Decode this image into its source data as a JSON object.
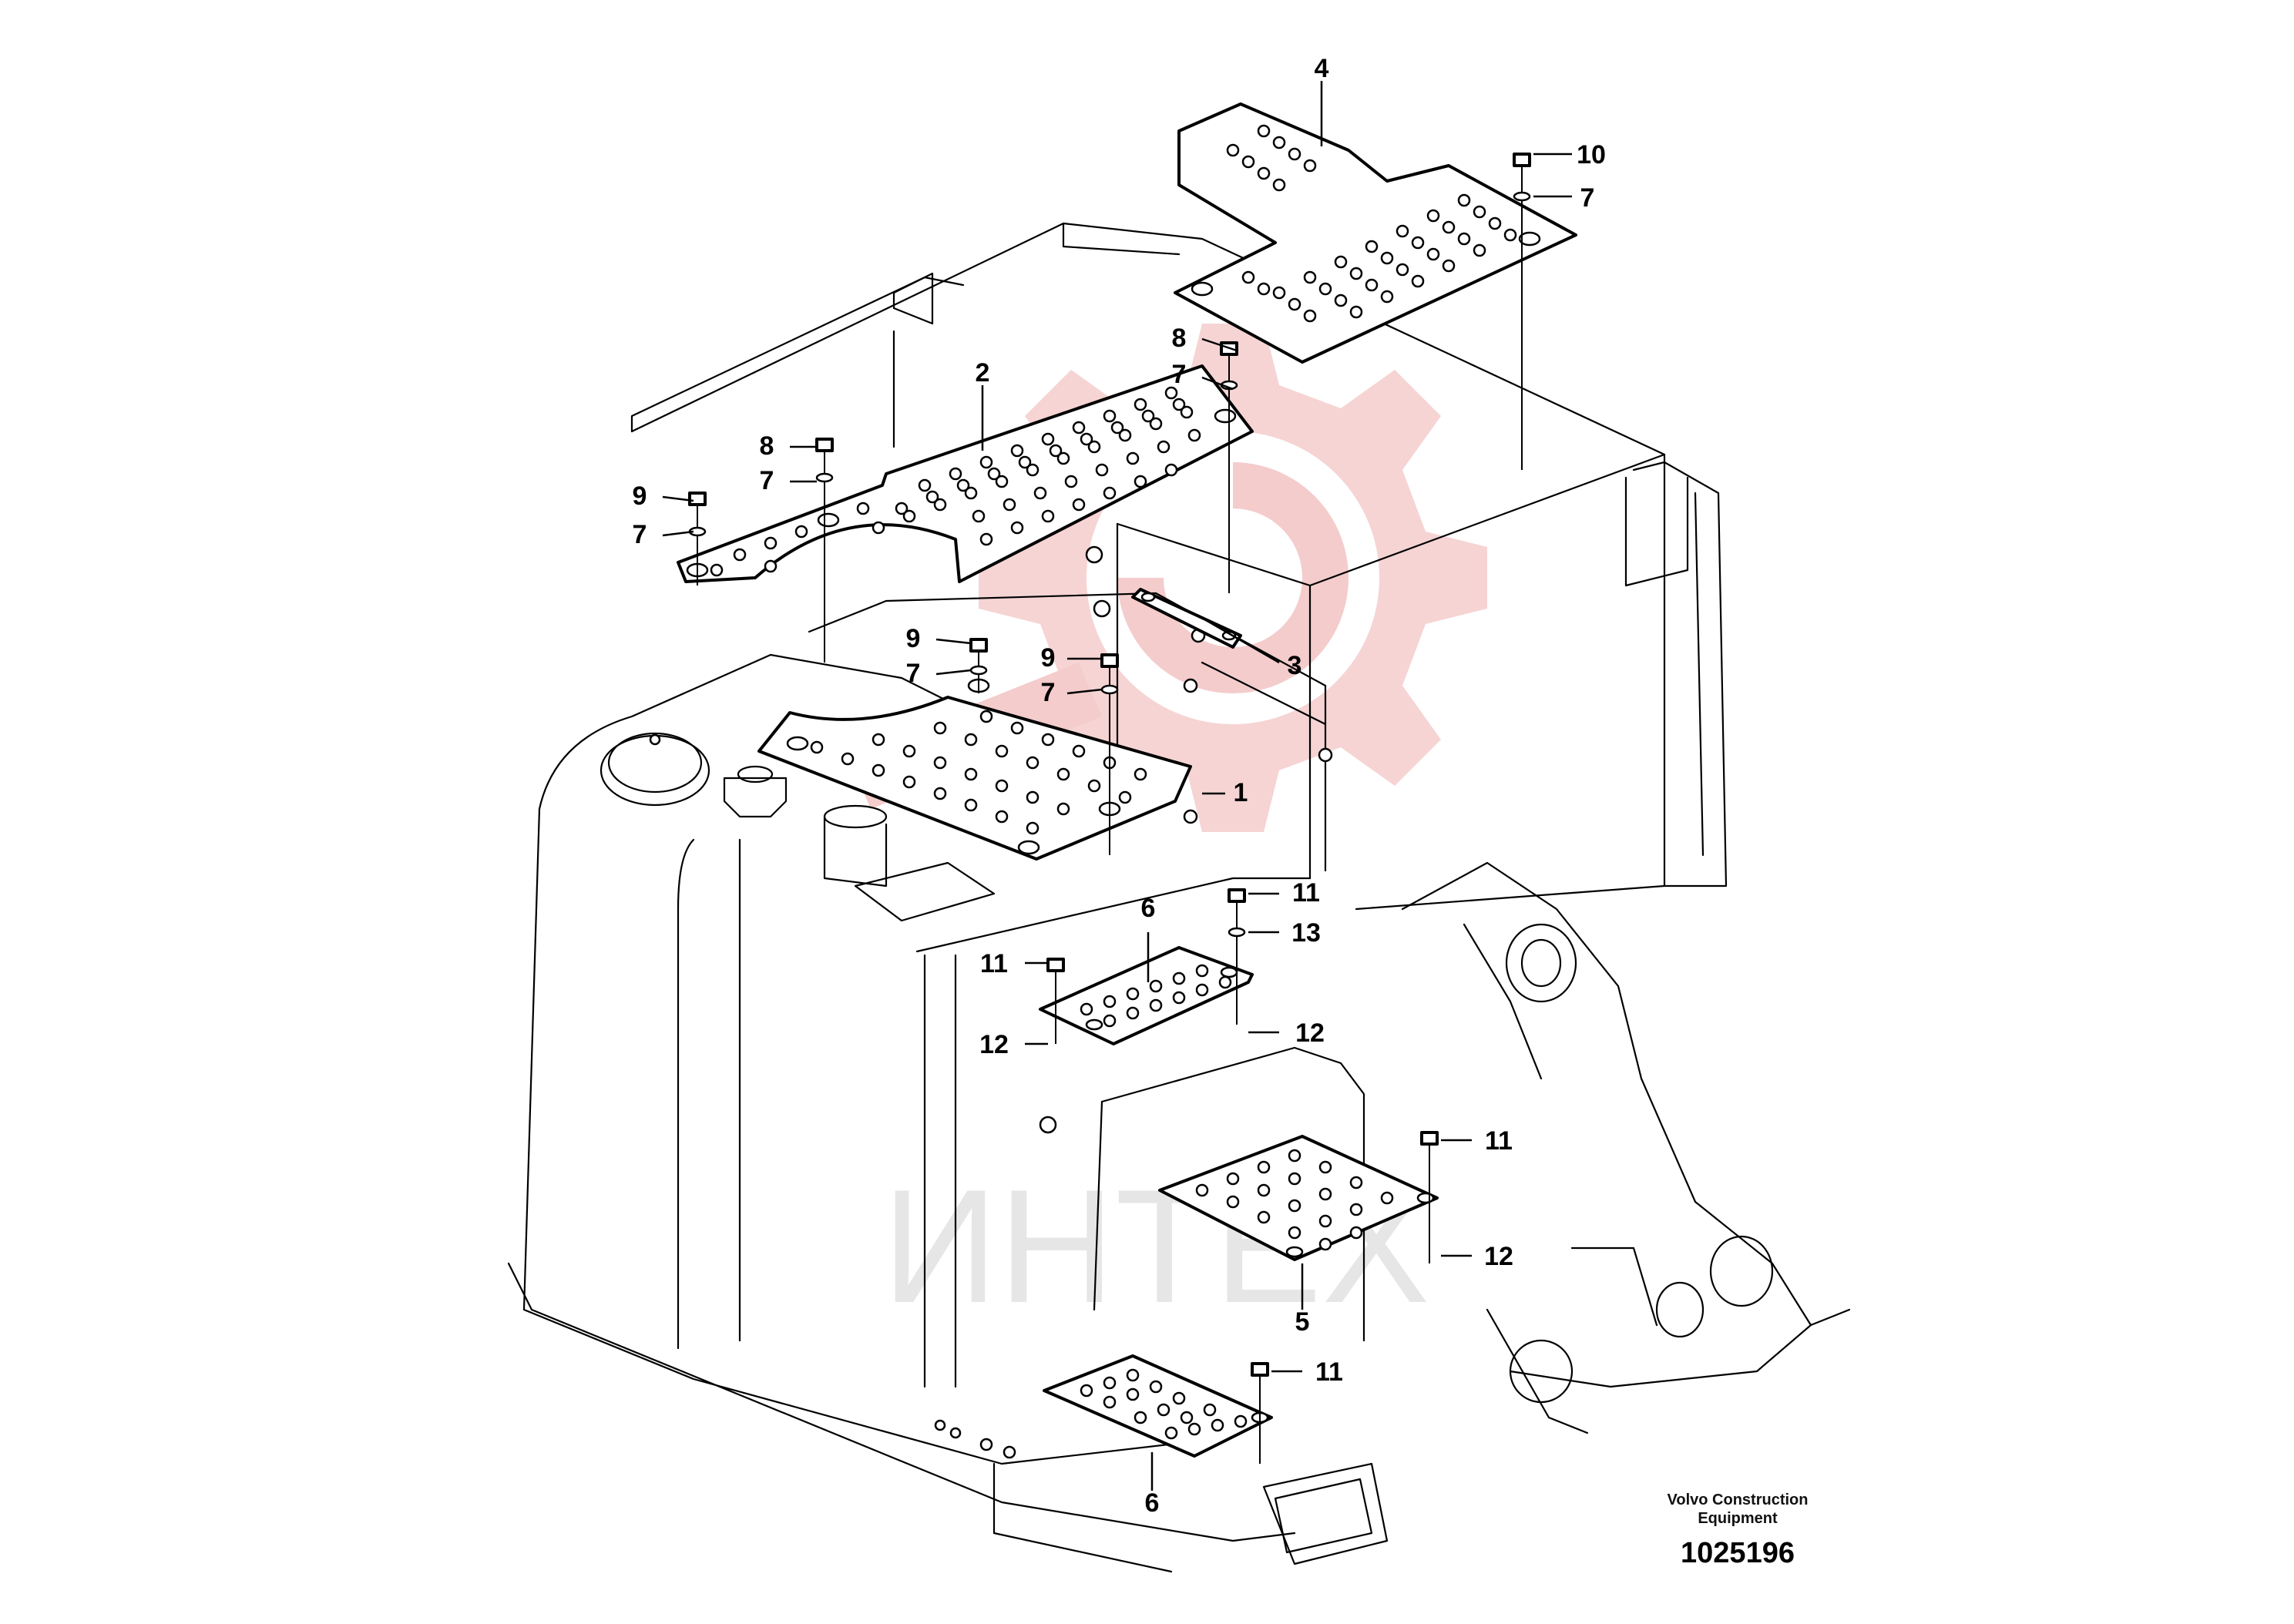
{
  "diagram": {
    "company": "Volvo Construction Equipment",
    "company_line1": "Volvo Construction",
    "company_line2": "Equipment",
    "document_number": "1025196",
    "watermark_text": "ИНТЕХ",
    "watermark_color": "#f2c4c4",
    "callouts": {
      "c1": "1",
      "c2": "2",
      "c3": "3",
      "c4": "4",
      "c5": "5",
      "c6a": "6",
      "c6b": "6",
      "c7a": "7",
      "c7b": "7",
      "c7c": "7",
      "c7d": "7",
      "c7e": "7",
      "c7f": "7",
      "c8a": "8",
      "c8b": "8",
      "c9a": "9",
      "c9b": "9",
      "c9c": "9",
      "c10": "10",
      "c11a": "11",
      "c11b": "11",
      "c11c": "11",
      "c11d": "11",
      "c12a": "12",
      "c12b": "12",
      "c12c": "12",
      "c13": "13"
    }
  }
}
